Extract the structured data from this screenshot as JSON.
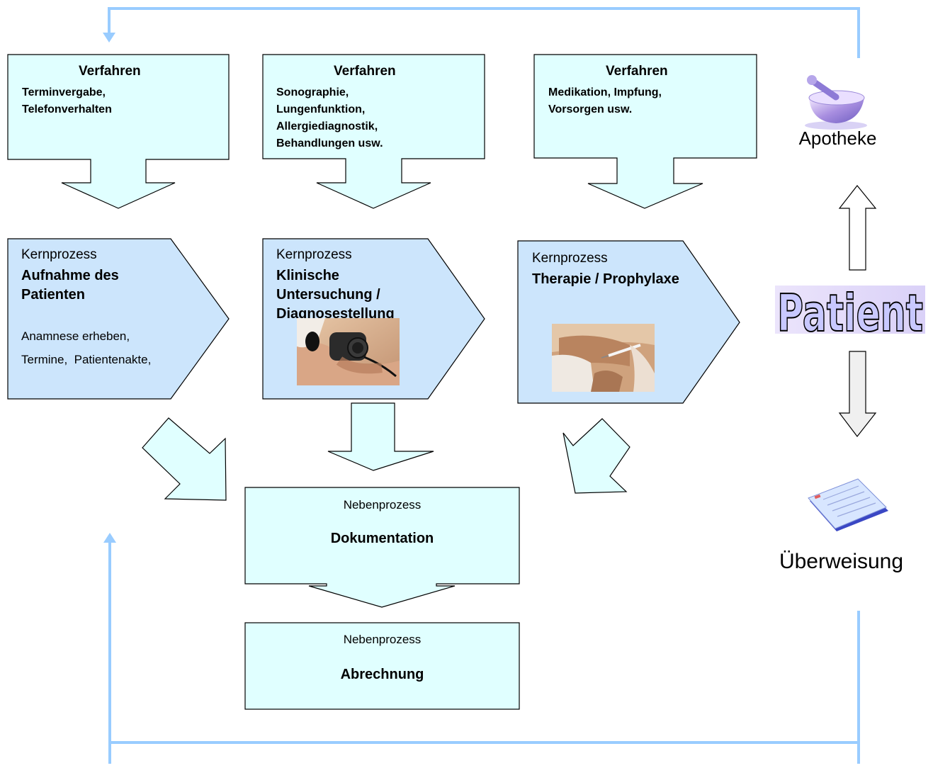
{
  "verfahren": [
    {
      "heading": "Verfahren",
      "lines": [
        "Terminvergabe,",
        "Telefonverhalten"
      ]
    },
    {
      "heading": "Verfahren",
      "lines": [
        "Sonographie,",
        "Lungenfunktion,",
        "Allergiediagnostik,",
        "Behandlungen usw."
      ]
    },
    {
      "heading": "Verfahren",
      "lines": [
        "Medikation, Impfung,",
        "Vorsorgen usw."
      ]
    }
  ],
  "kernprozesse": [
    {
      "label": "Kernprozess",
      "title_lines": [
        "Aufnahme des",
        "Patienten"
      ],
      "detail_lines": [
        "Anamnese erheben,",
        "Termine,  Patientenakte,"
      ]
    },
    {
      "label": "Kernprozess",
      "title_lines": [
        "Klinische",
        "Untersuchung /",
        "Diagnosestellung"
      ],
      "image": "blood-pressure-photo"
    },
    {
      "label": "Kernprozess",
      "title_lines": [
        "Therapie / Prophylaxe"
      ],
      "image": "injection-photo"
    }
  ],
  "nebenprozesse": [
    {
      "label": "Nebenprozess",
      "title": "Dokumentation"
    },
    {
      "label": "Nebenprozess",
      "title": "Abrechnung"
    }
  ],
  "side": {
    "patient": "Patient",
    "apotheke": "Apotheke",
    "ueberweisung": "Überweisung",
    "apotheke_icon": "mortar-pestle-icon",
    "ueberweisung_icon": "referral-document-icon"
  },
  "colors": {
    "box_fill": "#e0ffff",
    "kern_fill": "#cce5fc",
    "loop_line": "#99ccff",
    "patient_fill": "#c8c8ff"
  }
}
